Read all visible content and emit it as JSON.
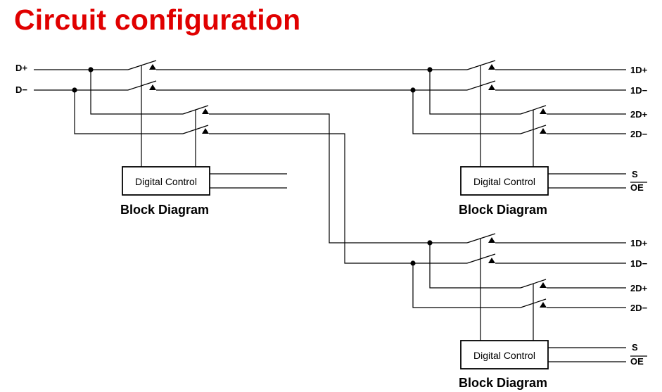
{
  "title": "Circuit configuration",
  "inputs": {
    "d_plus": "D+",
    "d_minus": "D−"
  },
  "control_label": "Digital Control",
  "block_caption": "Block Diagram",
  "outputs": {
    "out_1d_plus": "1D+",
    "out_1d_minus": "1D−",
    "out_2d_plus": "2D+",
    "out_2d_minus": "2D−"
  },
  "control_pins": {
    "select": "S",
    "output_enable": "OE"
  }
}
